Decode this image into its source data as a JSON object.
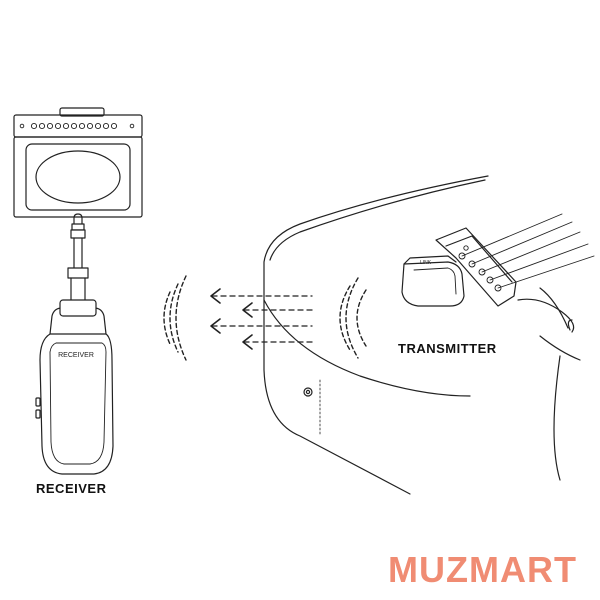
{
  "labels": {
    "receiver": "RECEIVER",
    "transmitter": "TRANSMITTER",
    "device_receiver_text": "RECEIVER"
  },
  "brand": {
    "logo_text": "MUZMART",
    "color": "#f08c73"
  },
  "icons": [
    "amplifier-icon",
    "receiver-device-icon",
    "transmitter-device-icon",
    "guitar-icon",
    "wireless-signal-icon"
  ],
  "colors": {
    "line": "#222222",
    "background": "#ffffff"
  }
}
